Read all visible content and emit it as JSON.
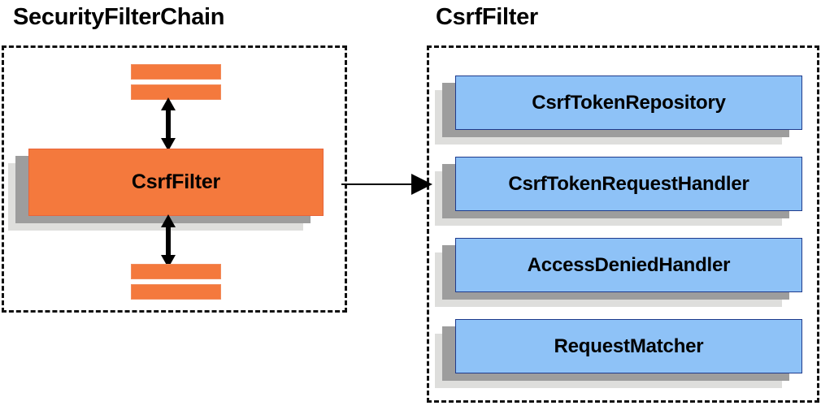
{
  "diagram": {
    "type": "component-relationship-diagram",
    "panels": [
      {
        "id": "security-filter-chain",
        "title": "SecurityFilterChain",
        "style": "dashed-container",
        "items": [
          {
            "name": "filter-bar-1",
            "label": "",
            "color": "#f4793d",
            "kind": "unlabeled-filter"
          },
          {
            "name": "filter-bar-2",
            "label": "",
            "color": "#f4793d",
            "kind": "unlabeled-filter"
          },
          {
            "name": "csrf-filter",
            "label": "CsrfFilter",
            "color": "#f4793d",
            "kind": "labeled-filter"
          },
          {
            "name": "filter-bar-3",
            "label": "",
            "color": "#f4793d",
            "kind": "unlabeled-filter"
          },
          {
            "name": "filter-bar-4",
            "label": "",
            "color": "#f4793d",
            "kind": "unlabeled-filter"
          }
        ]
      },
      {
        "id": "csrf-filter-detail",
        "title": "CsrfFilter",
        "style": "dashed-container",
        "items": [
          {
            "name": "csrf-token-repository",
            "label": "CsrfTokenRepository",
            "color": "#8ec2f7"
          },
          {
            "name": "csrf-token-request-handler",
            "label": "CsrfTokenRequestHandler",
            "color": "#8ec2f7"
          },
          {
            "name": "access-denied-handler",
            "label": "AccessDeniedHandler",
            "color": "#8ec2f7"
          },
          {
            "name": "request-matcher",
            "label": "RequestMatcher",
            "color": "#8ec2f7"
          }
        ]
      }
    ],
    "connectors": [
      {
        "name": "chain-up-arrow-top",
        "kind": "double-arrow-vertical",
        "from": "filter-bar-2",
        "to": "csrf-filter"
      },
      {
        "name": "chain-up-arrow-bottom",
        "kind": "double-arrow-vertical",
        "from": "csrf-filter",
        "to": "filter-bar-3"
      },
      {
        "name": "expand-arrow",
        "kind": "single-arrow-horizontal",
        "from": "csrf-filter",
        "to": "csrf-filter-detail"
      }
    ],
    "colors": {
      "orange": "#f4793d",
      "blue": "#8ec2f7",
      "blue_border": "#1f3b8c",
      "shadow_dark": "#9d9d9d",
      "shadow_light": "#dededc",
      "outline": "#111111",
      "background": "#ffffff"
    }
  }
}
